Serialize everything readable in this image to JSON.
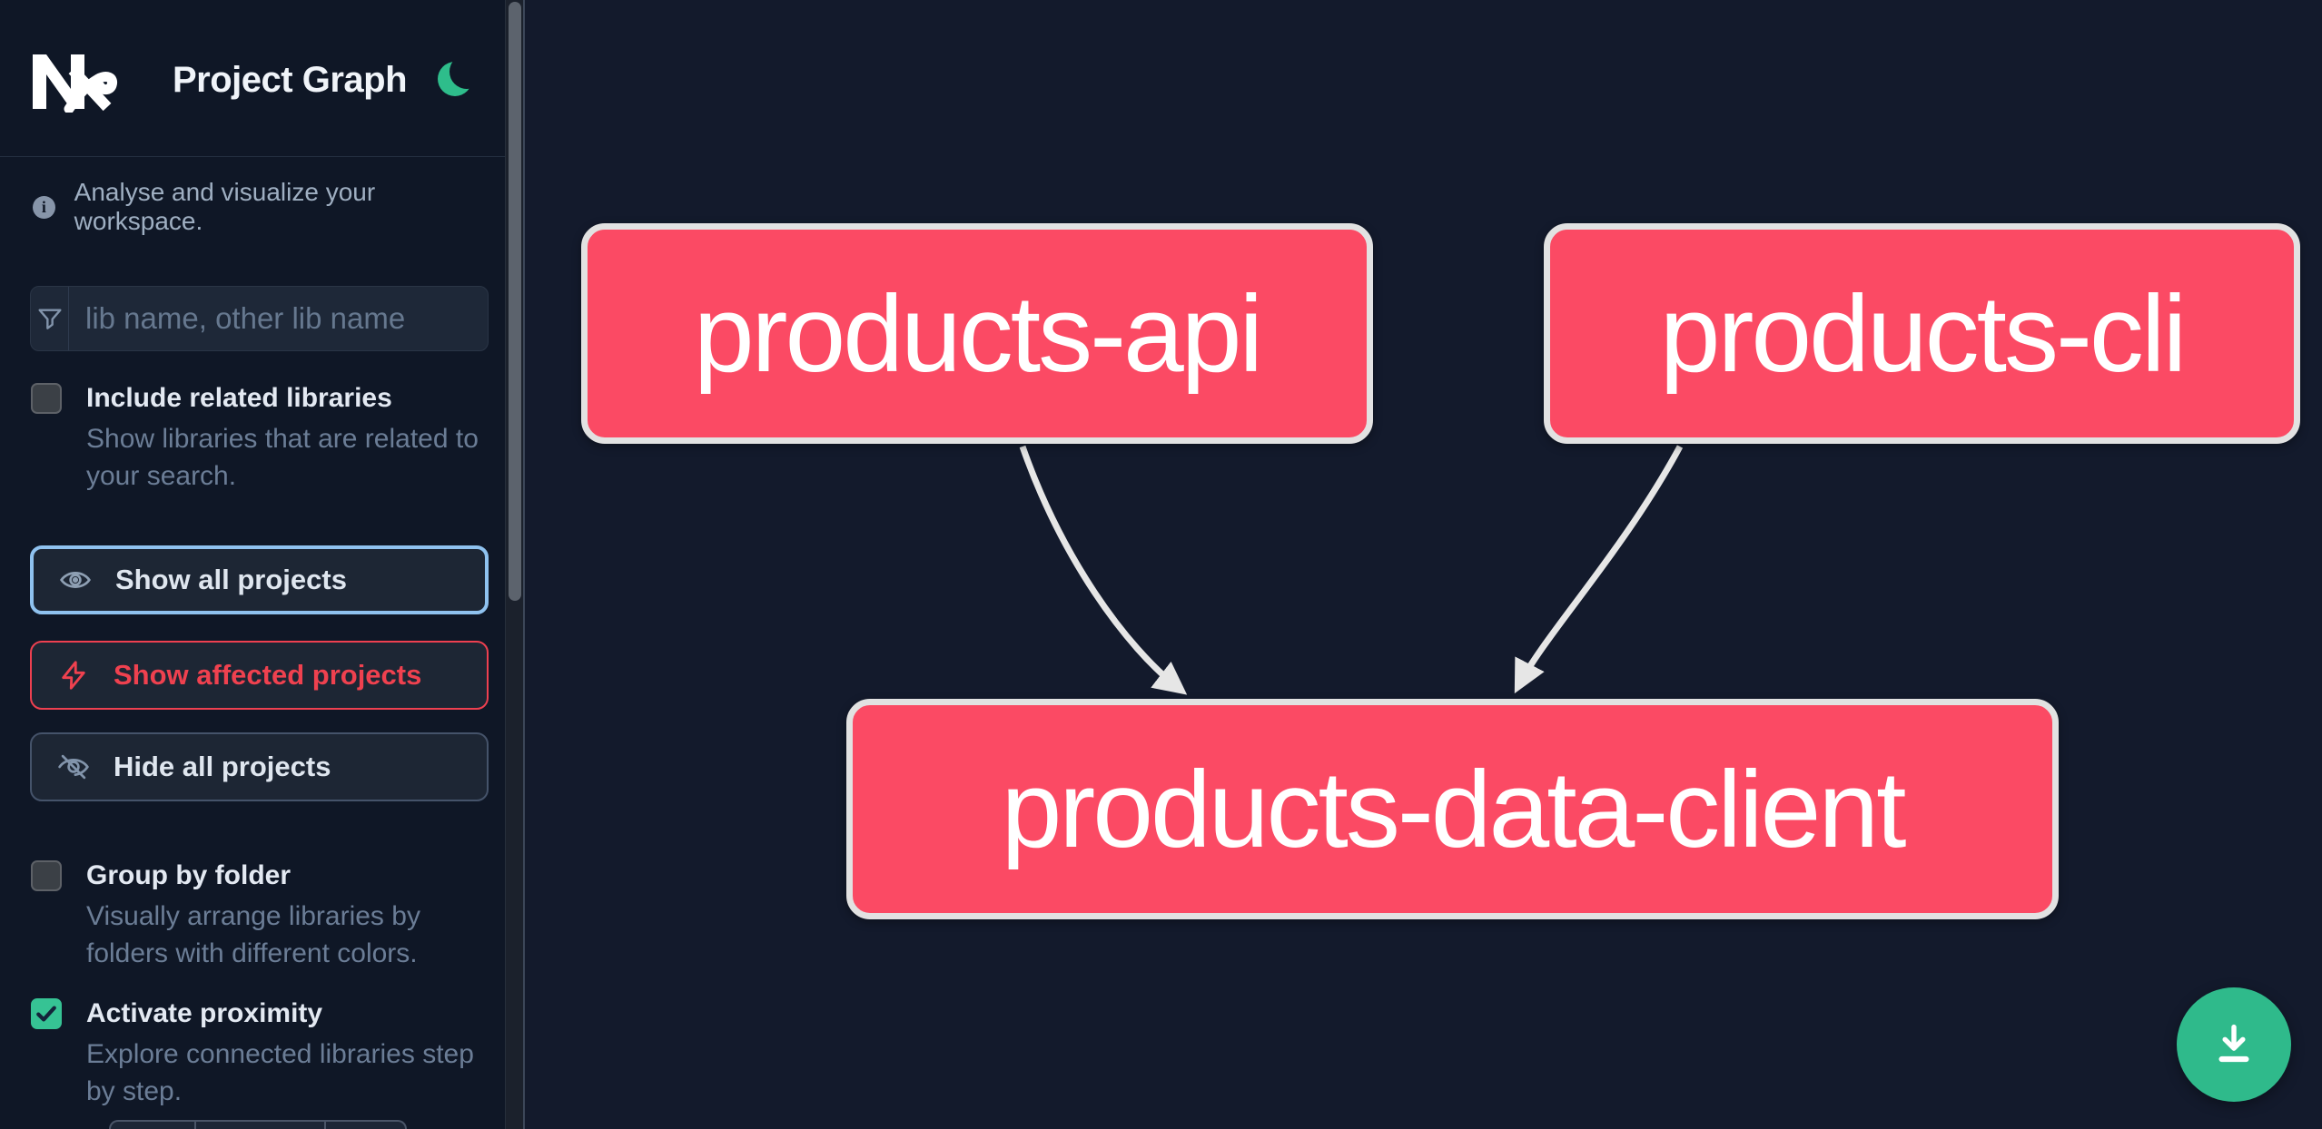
{
  "header": {
    "title": "Project Graph",
    "logo": "nx-logo",
    "theme_toggle_icon": "moon"
  },
  "sidebar": {
    "info_text": "Analyse and visualize your workspace.",
    "search": {
      "placeholder": "lib name, other lib name",
      "value": ""
    },
    "toggles": [
      {
        "label": "Include related libraries",
        "description": "Show libraries that are related to your search.",
        "checked": false
      },
      {
        "label": "Group by folder",
        "description": "Visually arrange libraries by folders with different colors.",
        "checked": false
      },
      {
        "label": "Activate proximity",
        "description": "Explore connected libraries step by step.",
        "checked": true
      }
    ],
    "actions": [
      {
        "label": "Show all projects",
        "icon": "eye-icon",
        "state": "focused"
      },
      {
        "label": "Show affected projects",
        "icon": "bolt-icon",
        "state": "danger"
      },
      {
        "label": "Hide all projects",
        "icon": "eye-off-icon",
        "state": "default"
      }
    ]
  },
  "graph": {
    "nodes": [
      {
        "label": "products-api"
      },
      {
        "label": "products-cli"
      },
      {
        "label": "products-data-client"
      }
    ],
    "edges": [
      {
        "from": "products-api",
        "to": "products-data-client"
      },
      {
        "from": "products-cli",
        "to": "products-data-client"
      }
    ]
  },
  "fab": {
    "icon": "download"
  },
  "colors": {
    "sidebar_bg": "#0f1726",
    "canvas_bg": "#131a2c",
    "node_fill": "#fb4a64",
    "node_border": "#e2e2e2",
    "edge": "#e6e6e6",
    "accent_green": "#2ebd8b",
    "checkbox_green": "#36c394",
    "focus_blue": "#8fc2ef",
    "danger_red": "#ef414f"
  }
}
